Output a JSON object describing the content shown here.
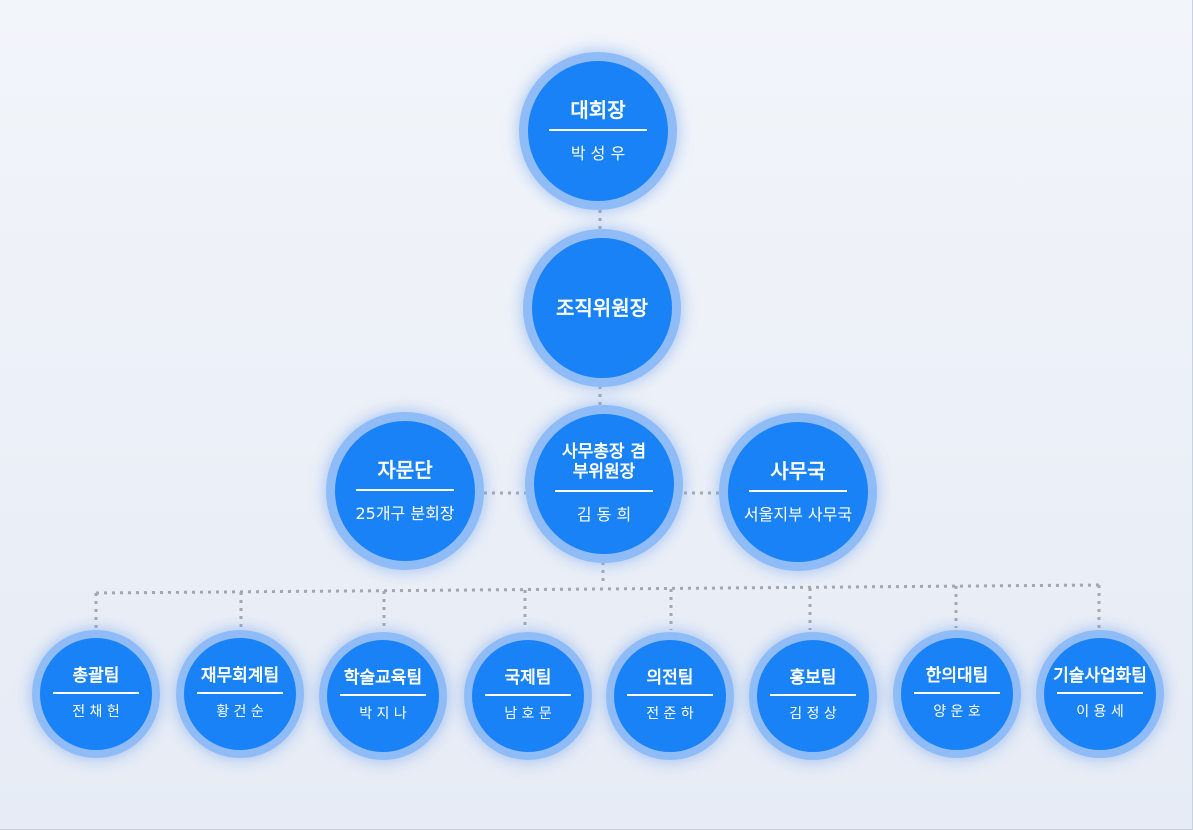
{
  "chart": {
    "president": {
      "title": "대회장",
      "name": "박 성 우"
    },
    "org_chair": {
      "title": "조직위원장"
    },
    "advisory": {
      "title": "자문단",
      "name": "25개구 분회장"
    },
    "secretary_general": {
      "title": "사무총장 겸\n부위원장",
      "name": "김 동 희"
    },
    "secretariat": {
      "title": "사무국",
      "name": "서울지부 사무국"
    },
    "teams": [
      {
        "title": "총괄팀",
        "name": "전 채 헌"
      },
      {
        "title": "재무회계팀",
        "name": "황 건 순"
      },
      {
        "title": "학술교육팀",
        "name": "박 지 나"
      },
      {
        "title": "국제팀",
        "name": "남 호 문"
      },
      {
        "title": "의전팀",
        "name": "전 준 하"
      },
      {
        "title": "홍보팀",
        "name": "김 정 상"
      },
      {
        "title": "한의대팀",
        "name": "양 운 호"
      },
      {
        "title": "기술사업화팀",
        "name": "이 용 세"
      }
    ],
    "colors": {
      "node_fill": "#1a82f7",
      "node_ring": "#8fbcf7",
      "connector": "#a2a8b3",
      "background": "#eef2f8"
    }
  }
}
